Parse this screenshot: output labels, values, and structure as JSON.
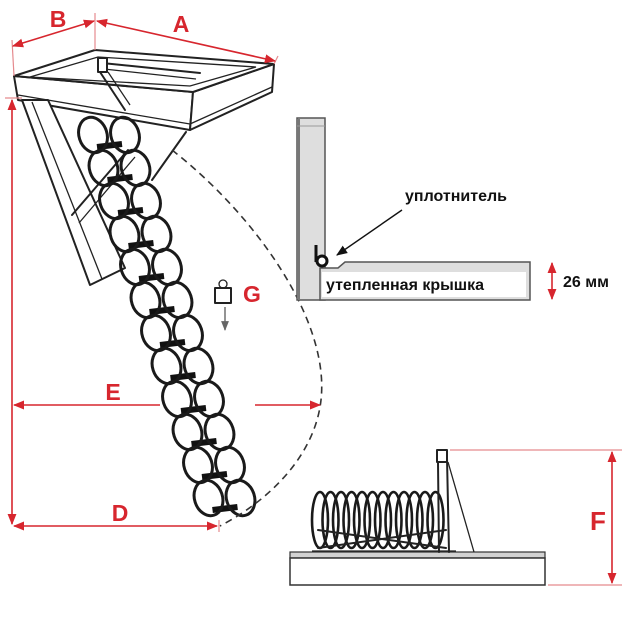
{
  "labels": {
    "b": "B",
    "a": "A",
    "e": "E",
    "d": "D",
    "g": "G",
    "f": "F"
  },
  "cross_section": {
    "seal_label": "уплотнитель",
    "cover_label": "утепленная крышка",
    "thickness_label": "26 мм"
  },
  "icons": {
    "weight": "weight-icon"
  },
  "colors": {
    "dimension": "#d7262e",
    "dimension_extension": "#e58a8e",
    "line": "#222222",
    "panel": "#dedede"
  }
}
